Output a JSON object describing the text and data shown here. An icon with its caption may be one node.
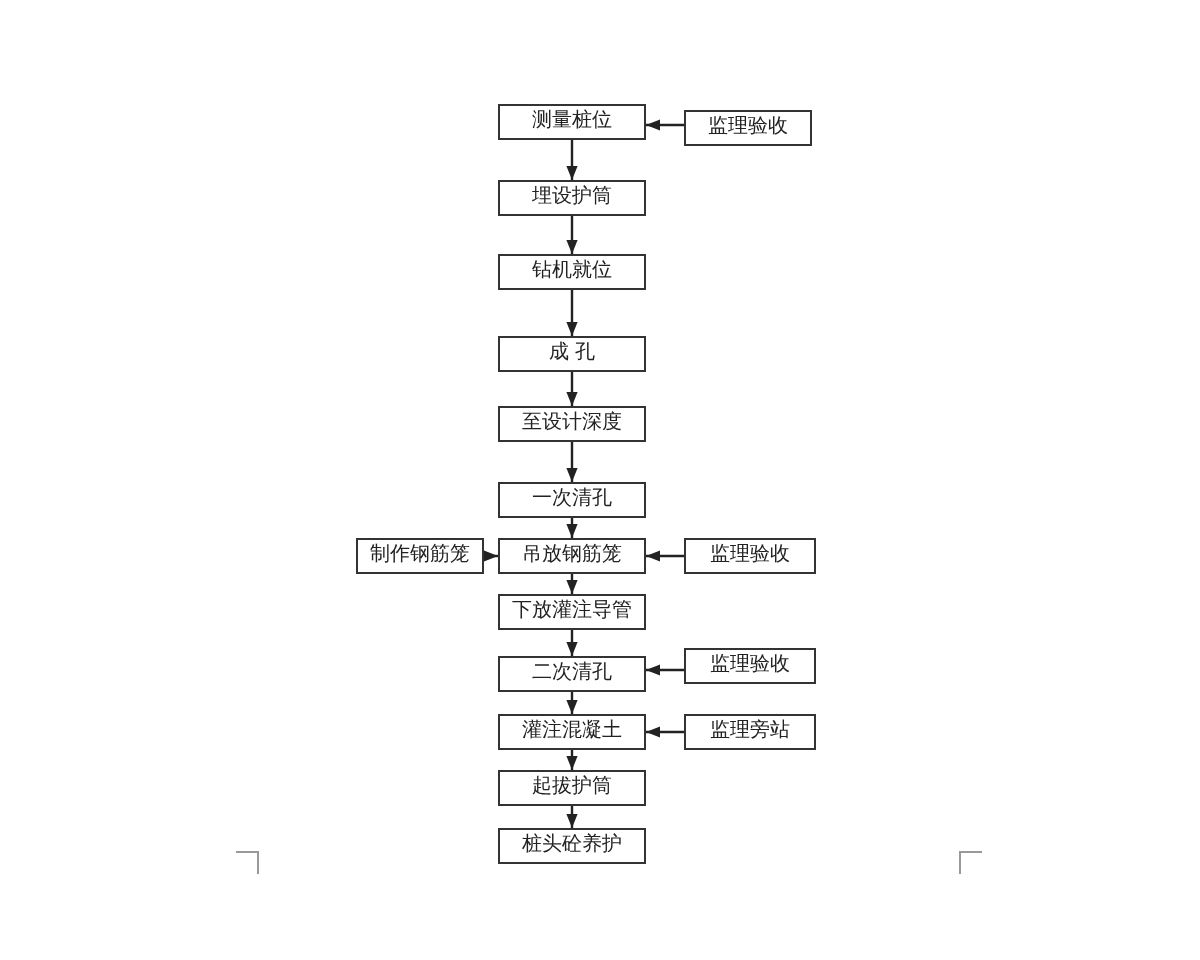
{
  "diagram": {
    "nodes": [
      {
        "text": [
          "测量桩位"
        ]
      },
      {
        "text": [
          "监理验收"
        ]
      },
      {
        "text": [
          "埋设护筒"
        ]
      },
      {
        "text": [
          "钻机就位"
        ]
      },
      {
        "text": [
          "成 孔"
        ]
      },
      {
        "text": [
          "至设计深度"
        ]
      },
      {
        "text": [
          "一次清孔"
        ]
      },
      {
        "text": [
          "制作钢筋笼"
        ]
      },
      {
        "text": [
          "吊放钢筋笼"
        ]
      },
      {
        "text": [
          "监理验收"
        ]
      },
      {
        "text": [
          "下放灌注导管"
        ]
      },
      {
        "text": [
          "二次清孔"
        ]
      },
      {
        "text": [
          "监理验收"
        ]
      },
      {
        "text": [
          "灌注混凝土"
        ]
      },
      {
        "text": [
          "监理旁站"
        ]
      },
      {
        "text": [
          "起拔护筒"
        ]
      },
      {
        "text": [
          "桩头砼养护"
        ]
      }
    ],
    "edges": [
      {
        "from": 1,
        "to": 0,
        "arrow": "to"
      },
      {
        "from": 0,
        "to": 2,
        "arrow": "to"
      },
      {
        "from": 2,
        "to": 3,
        "arrow": "to"
      },
      {
        "from": 3,
        "to": 4,
        "arrow": "to"
      },
      {
        "from": 4,
        "to": 5,
        "arrow": "to"
      },
      {
        "from": 5,
        "to": 6,
        "arrow": "to"
      },
      {
        "from": 6,
        "to": 8,
        "arrow": "to"
      },
      {
        "from": 7,
        "to": 8,
        "arrow": "to"
      },
      {
        "from": 9,
        "to": 8,
        "arrow": "to"
      },
      {
        "from": 8,
        "to": 10,
        "arrow": "to"
      },
      {
        "from": 10,
        "to": 11,
        "arrow": "to"
      },
      {
        "from": 12,
        "to": 11,
        "arrow": "to"
      },
      {
        "from": 11,
        "to": 13,
        "arrow": "to"
      },
      {
        "from": 14,
        "to": 13,
        "arrow": "to"
      },
      {
        "from": 13,
        "to": 15,
        "arrow": "to"
      },
      {
        "from": 15,
        "to": 16,
        "arrow": "to"
      }
    ]
  }
}
